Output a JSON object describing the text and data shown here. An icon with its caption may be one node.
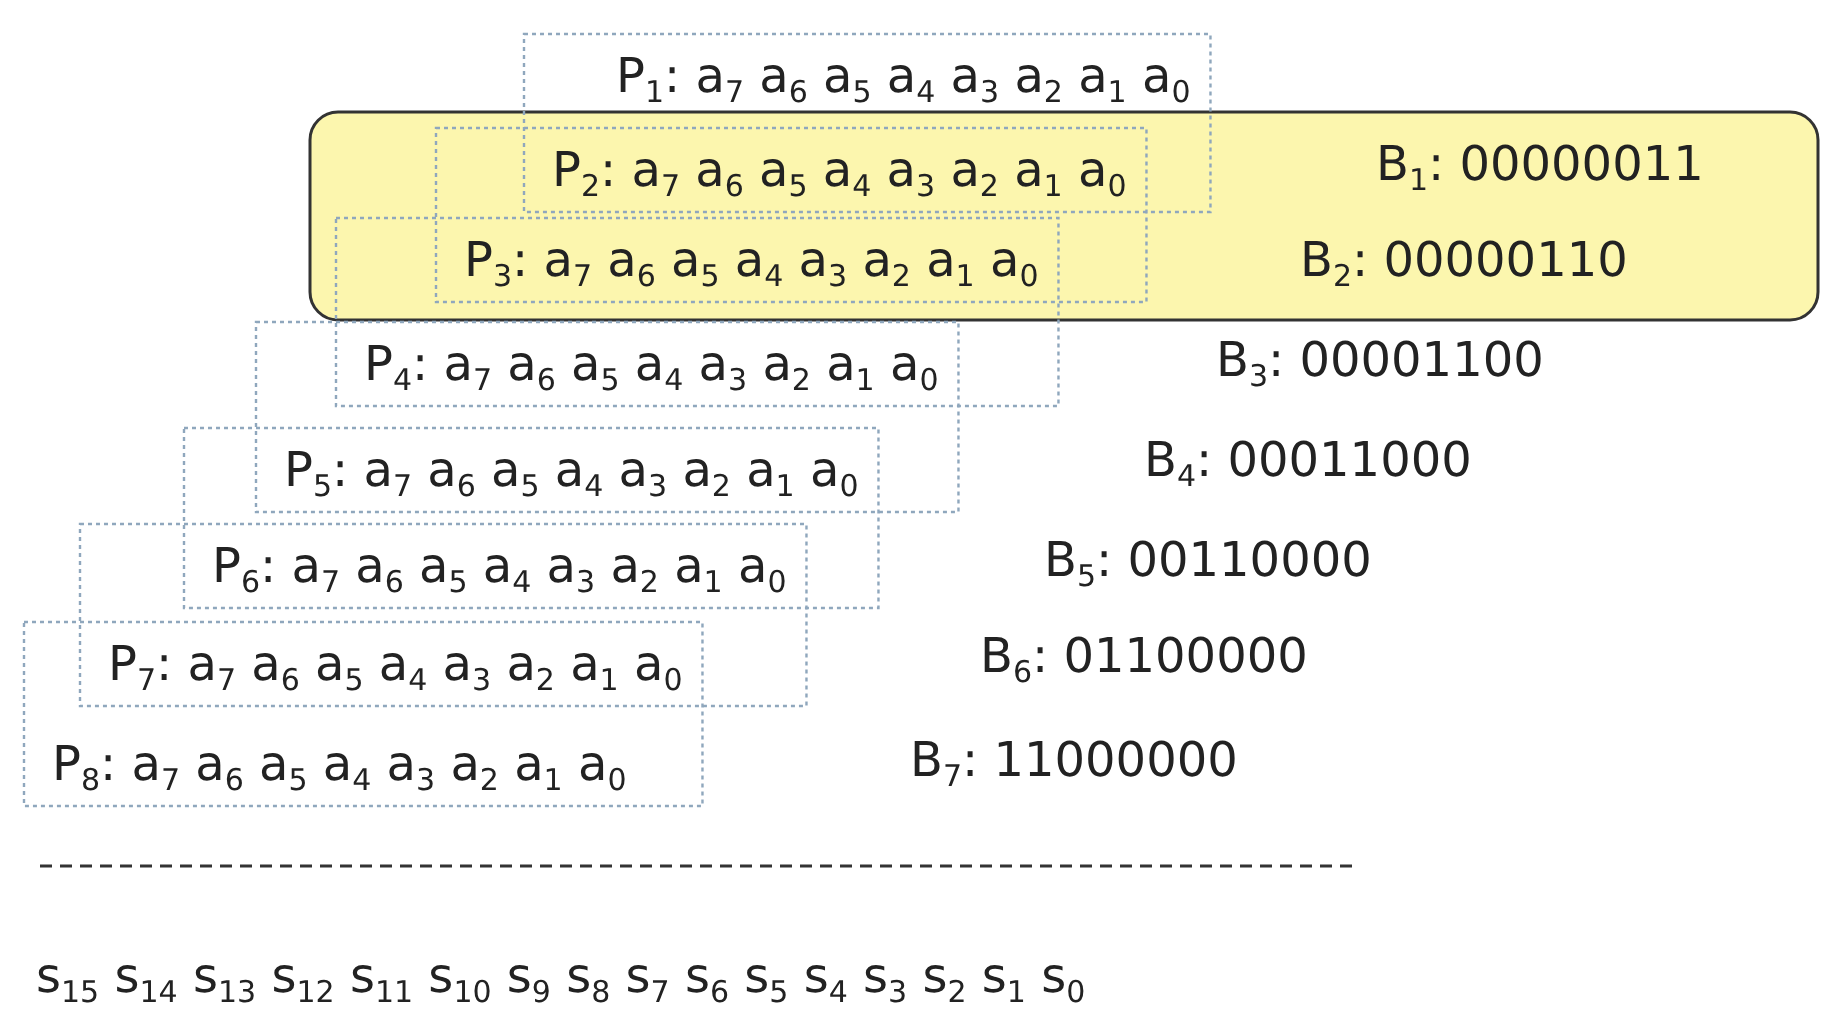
{
  "diagram": {
    "labels": [
      "P$_{1}$: a$_{7}$ a$_{6}$ a$_{5}$ a$_{4}$ a$_{3}$ a$_{2}$ a$_{1}$ a$_{0}$",
      "P$_{2}$: a$_{7}$ a$_{6}$ a$_{5}$ a$_{4}$ a$_{3}$ a$_{2}$ a$_{1}$ a$_{0}$",
      "B$_{1}$: 00000011",
      "P$_{3}$: a$_{7}$ a$_{6}$ a$_{5}$ a$_{4}$ a$_{3}$ a$_{2}$ a$_{1}$ a$_{0}$",
      "B$_{2}$: 00000110",
      "P$_{4}$: a$_{7}$ a$_{6}$ a$_{5}$ a$_{4}$ a$_{3}$ a$_{2}$ a$_{1}$ a$_{0}$",
      "B$_{3}$: 00001100",
      "P$_{5}$: a$_{7}$ a$_{6}$ a$_{5}$ a$_{4}$ a$_{3}$ a$_{2}$ a$_{1}$ a$_{0}$",
      "B$_{4}$: 00011000",
      "P$_{6}$: a$_{7}$ a$_{6}$ a$_{5}$ a$_{4}$ a$_{3}$ a$_{2}$ a$_{1}$ a$_{0}$",
      "B$_{5}$: 00110000",
      "P$_{7}$: a$_{7}$ a$_{6}$ a$_{5}$ a$_{4}$ a$_{3}$ a$_{2}$ a$_{1}$ a$_{0}$",
      "B$_{6}$: 01100000",
      "P$_{8}$: a$_{7}$ a$_{6}$ a$_{5}$ a$_{4}$ a$_{3}$ a$_{2}$ a$_{1}$ a$_{0}$",
      "B$_{7}$: 11000000",
      "s$_{15}$ s$_{14}$ s$_{13}$ s$_{12}$ s$_{11}$ s$_{10}$ s$_{9}$ s$_{8}$ s$_{7}$ s$_{6}$ s$_{5}$ s$_{4}$ s$_{3}$ s$_{2}$ s$_{1}$ s$_{0}$"
    ]
  }
}
